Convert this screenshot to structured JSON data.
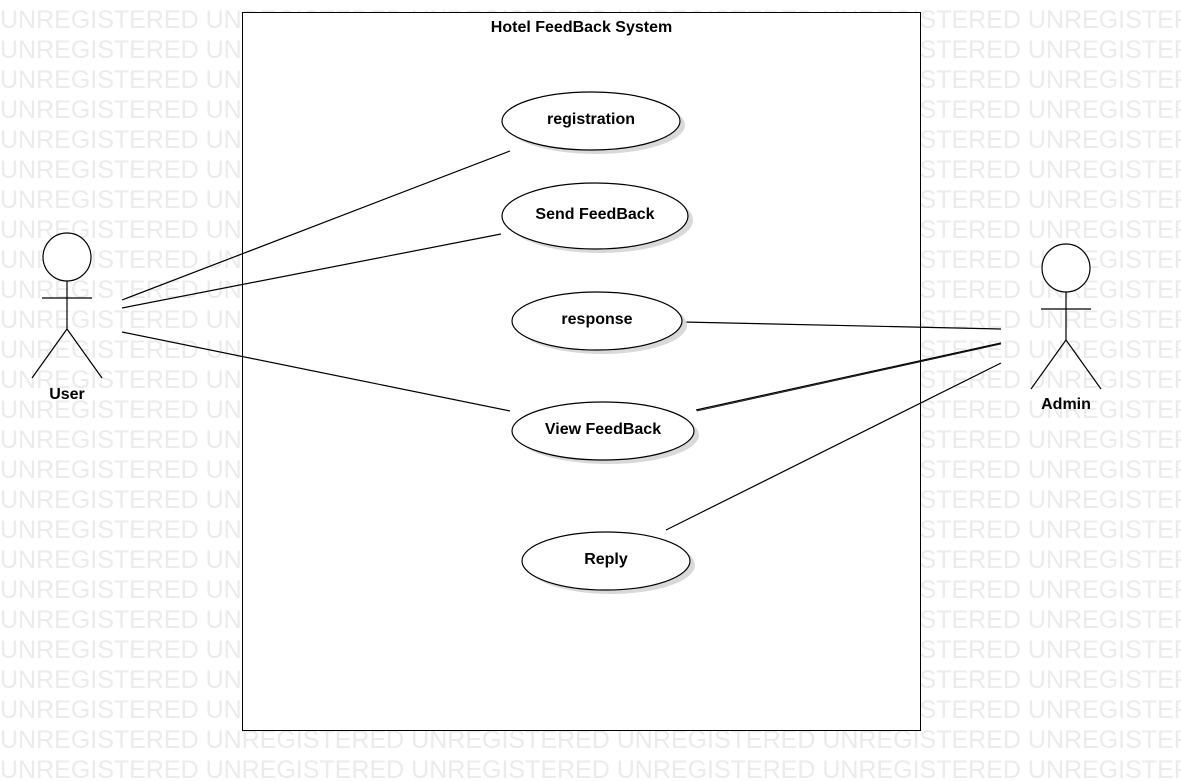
{
  "watermark": {
    "text": "UNREGISTERED",
    "color": "#ebebeb"
  },
  "system": {
    "title": "Hotel FeedBack System"
  },
  "actors": [
    {
      "id": "user",
      "name": "User"
    },
    {
      "id": "admin",
      "name": "Admin"
    }
  ],
  "use_cases": [
    {
      "id": "registration",
      "label": "registration"
    },
    {
      "id": "send-feedback",
      "label": "Send FeedBack"
    },
    {
      "id": "response",
      "label": "response"
    },
    {
      "id": "view-feedback",
      "label": "View FeedBack"
    },
    {
      "id": "reply",
      "label": "Reply"
    }
  ],
  "associations": [
    {
      "from": "user",
      "to": "registration"
    },
    {
      "from": "user",
      "to": "send-feedback"
    },
    {
      "from": "user",
      "to": "view-feedback"
    },
    {
      "from": "admin",
      "to": "response"
    },
    {
      "from": "admin",
      "to": "view-feedback"
    },
    {
      "from": "admin",
      "to": "reply"
    }
  ],
  "colors": {
    "line": "#000000",
    "shadow": "#d9d9d9",
    "fill": "#ffffff"
  }
}
